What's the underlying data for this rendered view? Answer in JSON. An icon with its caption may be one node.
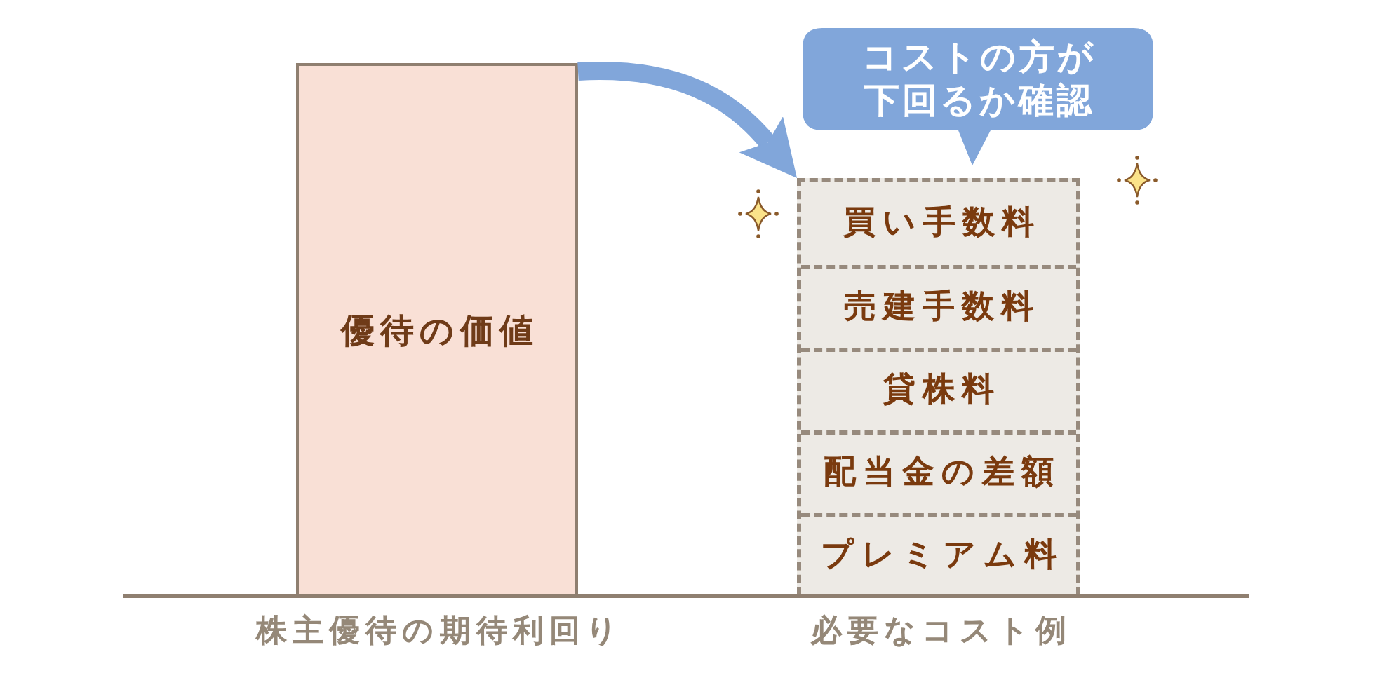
{
  "diagram": {
    "nodes": [
      {
        "text": [
          "優待の価値"
        ],
        "beside": [
          "株主優待の期待利回り"
        ]
      },
      {
        "text": [
          "コストの方が下回るか確認"
        ]
      },
      {
        "text": [],
        "shape": "box",
        "beside": [
          "必要なコスト例"
        ]
      },
      {
        "text": [
          "買い手数料"
        ],
        "in": 2
      },
      {
        "text": [
          "売建手数料"
        ],
        "in": 2
      },
      {
        "text": [
          "貸株料"
        ],
        "in": 2
      },
      {
        "text": [
          "配当金の差額"
        ],
        "in": 2
      },
      {
        "text": [
          "プレミアム料"
        ],
        "in": 2
      }
    ],
    "edges": [
      {
        "from": 0,
        "to": 2,
        "arrow": "to",
        "color": "#81a6da"
      }
    ]
  }
}
